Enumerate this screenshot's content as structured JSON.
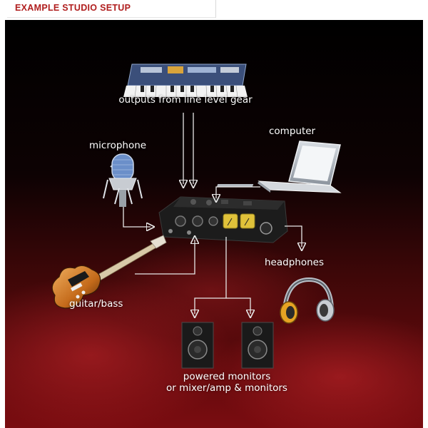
{
  "header": {
    "title": "EXAMPLE STUDIO SETUP"
  },
  "diagram": {
    "labels": {
      "line_level": "outputs from line level gear",
      "computer": "computer",
      "microphone": "microphone",
      "headphones": "headphones",
      "guitar": "guitar/bass",
      "monitors_line1": "powered monitors",
      "monitors_line2": "or mixer/amp & monitors"
    },
    "colors": {
      "background_top": "#000000",
      "background_bottom": "#7a0c10",
      "header_title": "#b01e1e",
      "arrow": "#e8e8e8"
    },
    "devices": [
      "keyboard-icon",
      "laptop-icon",
      "microphone-icon",
      "audio-interface-icon",
      "guitar-icon",
      "headphones-icon",
      "speaker-icon"
    ]
  }
}
